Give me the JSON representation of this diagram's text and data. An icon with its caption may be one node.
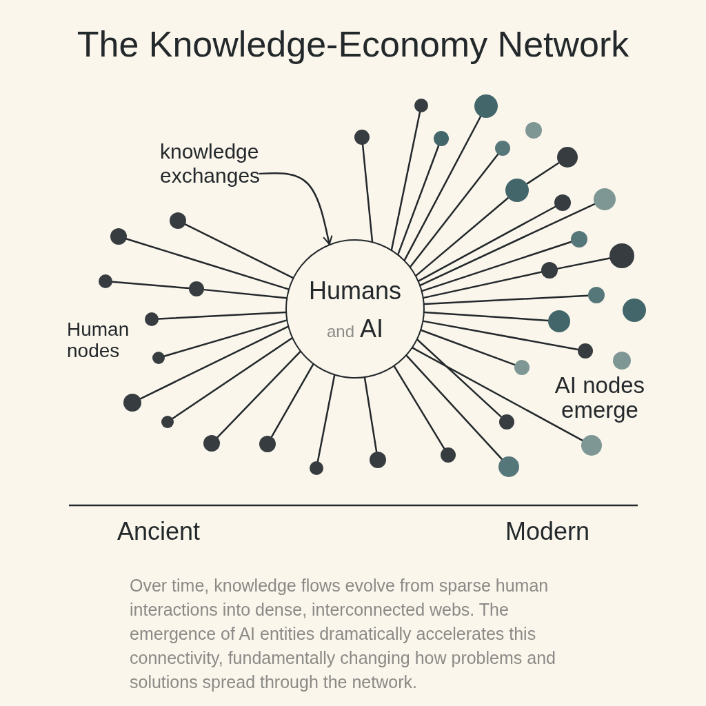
{
  "diagram": {
    "title": "The Knowledge-Economy Network",
    "nodes": [
      {
        "text": [
          "Humans",
          "and",
          "AI"
        ]
      },
      {
        "text": [
          "knowledge exchanges"
        ]
      },
      {
        "text": [],
        "shape": "circle"
      },
      {
        "text": [],
        "shape": "circle"
      },
      {
        "text": [],
        "shape": "circle"
      },
      {
        "text": [],
        "shape": "circle"
      },
      {
        "text": [],
        "shape": "circle"
      },
      {
        "text": [],
        "shape": "circle"
      },
      {
        "text": [],
        "shape": "circle"
      },
      {
        "text": [],
        "shape": "circle"
      },
      {
        "text": [],
        "shape": "circle"
      },
      {
        "text": [],
        "shape": "circle"
      },
      {
        "text": [],
        "shape": "circle"
      },
      {
        "text": [],
        "shape": "circle"
      },
      {
        "text": [],
        "shape": "circle"
      },
      {
        "text": [],
        "shape": "circle"
      },
      {
        "text": [],
        "shape": "circle"
      },
      {
        "text": [],
        "shape": "circle"
      },
      {
        "text": [],
        "shape": "circle"
      },
      {
        "text": [],
        "shape": "circle"
      },
      {
        "text": [],
        "shape": "circle"
      },
      {
        "text": [],
        "shape": "circle"
      },
      {
        "text": [],
        "shape": "circle"
      },
      {
        "text": [],
        "shape": "circle"
      },
      {
        "text": [],
        "shape": "circle"
      },
      {
        "text": [],
        "shape": "circle"
      },
      {
        "text": [],
        "shape": "circle"
      },
      {
        "text": [],
        "shape": "circle"
      },
      {
        "text": [],
        "shape": "circle"
      },
      {
        "text": [],
        "shape": "circle"
      },
      {
        "text": [],
        "shape": "circle"
      },
      {
        "text": [],
        "shape": "circle"
      },
      {
        "text": [],
        "shape": "circle"
      },
      {
        "text": [],
        "shape": "circle"
      },
      {
        "text": [],
        "shape": "circle"
      },
      {
        "text": [],
        "shape": "circle"
      },
      {
        "text": [],
        "shape": "circle"
      }
    ],
    "edges": [
      {
        "from": 1,
        "to": 0,
        "arrow": "to"
      },
      {
        "from": 2,
        "to": 0,
        "arrow": "none"
      },
      {
        "from": 3,
        "to": 0,
        "arrow": "none"
      },
      {
        "from": 5,
        "to": 0,
        "arrow": "none"
      },
      {
        "from": 6,
        "to": 0,
        "arrow": "none"
      },
      {
        "from": 7,
        "to": 0,
        "arrow": "none"
      },
      {
        "from": 8,
        "to": 9,
        "arrow": "none"
      },
      {
        "from": 9,
        "to": 0,
        "arrow": "none"
      },
      {
        "from": 10,
        "to": 0,
        "arrow": "none"
      },
      {
        "from": 11,
        "to": 0,
        "arrow": "none"
      },
      {
        "from": 12,
        "to": 0,
        "arrow": "none"
      },
      {
        "from": 13,
        "to": 0,
        "arrow": "none"
      },
      {
        "from": 14,
        "to": 0,
        "arrow": "none"
      },
      {
        "from": 15,
        "to": 16,
        "arrow": "none"
      },
      {
        "from": 16,
        "to": 0,
        "arrow": "none"
      },
      {
        "from": 17,
        "to": 18,
        "arrow": "none"
      },
      {
        "from": 18,
        "to": 0,
        "arrow": "none"
      },
      {
        "from": 19,
        "to": 0,
        "arrow": "none"
      },
      {
        "from": 21,
        "to": 0,
        "arrow": "none"
      },
      {
        "from": 22,
        "to": 0,
        "arrow": "none"
      },
      {
        "from": 23,
        "to": 0,
        "arrow": "none"
      },
      {
        "from": 24,
        "to": 0,
        "arrow": "none"
      },
      {
        "from": 26,
        "to": 0,
        "arrow": "none"
      },
      {
        "from": 27,
        "to": 0,
        "arrow": "none"
      },
      {
        "from": 28,
        "to": 0,
        "arrow": "none"
      },
      {
        "from": 29,
        "to": 0,
        "arrow": "none"
      },
      {
        "from": 30,
        "to": 0,
        "arrow": "none"
      },
      {
        "from": 31,
        "to": 0,
        "arrow": "none"
      },
      {
        "from": 32,
        "to": 0,
        "arrow": "none"
      },
      {
        "from": 33,
        "to": 0,
        "arrow": "none"
      },
      {
        "from": 34,
        "to": 0,
        "arrow": "none"
      },
      {
        "from": 35,
        "to": 0,
        "arrow": "none"
      },
      {
        "from": 36,
        "to": 0,
        "arrow": "none"
      }
    ],
    "labels": [
      "Human nodes",
      "AI nodes emerge",
      "Ancient",
      "Modern"
    ],
    "caption": "Over time, knowledge flows evolve from sparse human interactions into dense, interconnected webs. The emergence of AI entities dramatically accelerates this connectivity, fundamentally changing how problems and solutions spread through the network."
  }
}
